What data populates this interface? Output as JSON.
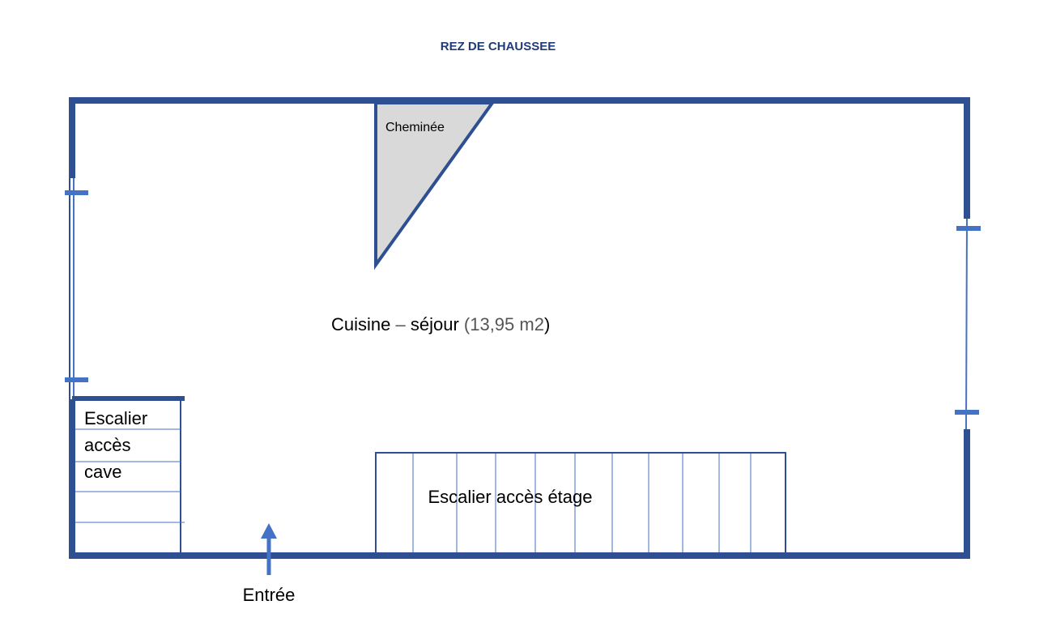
{
  "title": "REZ DE CHAUSSEE",
  "rooms": {
    "main": {
      "name": "Cuisine",
      "dash": " – ",
      "name2": "séjour",
      "area_open": "(",
      "area": "13,95 m2",
      "area_close": ")"
    },
    "fireplace": "Cheminée",
    "cellar_stairs": [
      "Escalier",
      "accès",
      "cave"
    ],
    "upper_stairs": "Escalier accès étage",
    "entrance": "Entrée"
  },
  "colors": {
    "wall": "#2e4f91",
    "accent": "#4472c4",
    "fireplace_fill": "#d9d9d9",
    "title": "#1f3b78"
  }
}
